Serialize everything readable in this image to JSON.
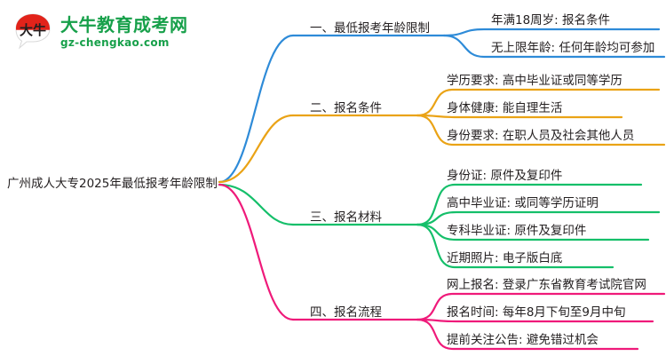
{
  "logo": {
    "mark_text": "大牛",
    "title": "大牛教育成考网",
    "subtitle": "gz-chengkao.com",
    "brand_green": "#17a04a",
    "brand_red": "#e2231a"
  },
  "mindmap": {
    "root": {
      "label": "广州成人大专2025年最低报考年龄限制"
    },
    "branches": [
      {
        "label": "一、最低报考年龄限制",
        "color": "#2e8bd8",
        "children": [
          {
            "label": "年满18周岁: 报名条件"
          },
          {
            "label": "无上限年龄: 任何年龄均可参加"
          }
        ]
      },
      {
        "label": "二、报名条件",
        "color": "#eaa316",
        "children": [
          {
            "label": "学历要求: 高中毕业证或同等学历"
          },
          {
            "label": "身体健康: 能自理生活"
          },
          {
            "label": "身份要求: 在职人员及社会其他人员"
          }
        ]
      },
      {
        "label": "三、报名材料",
        "color": "#15bf6a",
        "children": [
          {
            "label": "身份证: 原件及复印件"
          },
          {
            "label": "高中毕业证: 或同等学历证明"
          },
          {
            "label": "专科毕业证: 原件及复印件"
          },
          {
            "label": "近期照片: 电子版白底"
          }
        ]
      },
      {
        "label": "四、报名流程",
        "color": "#ef1a7a",
        "children": [
          {
            "label": "网上报名: 登录广东省教育考试院官网"
          },
          {
            "label": "报名时间: 每年8月下旬至9月中旬"
          },
          {
            "label": "提前关注公告: 避免错过机会"
          }
        ]
      }
    ]
  }
}
